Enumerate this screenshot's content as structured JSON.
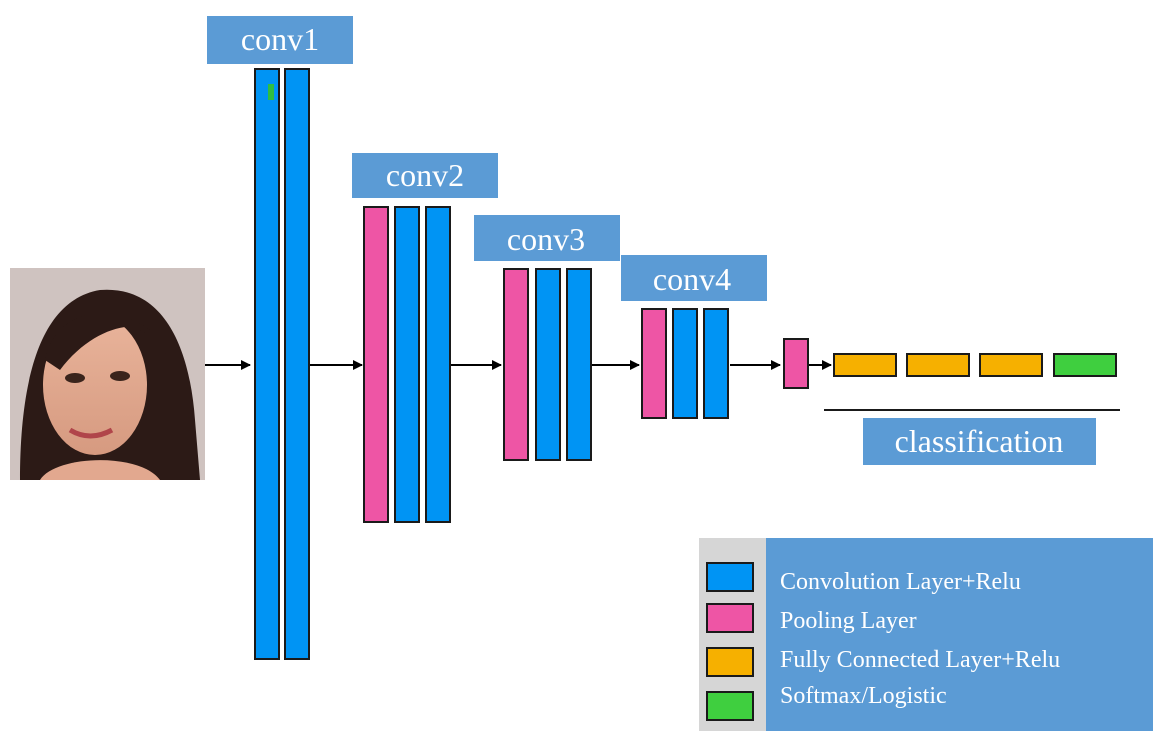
{
  "stage_labels": [
    "conv1",
    "conv2",
    "conv3",
    "conv4"
  ],
  "classification_label": "classification",
  "input_image": {
    "description_icon": "face-photo-icon"
  },
  "colors": {
    "label_box": "#5b9bd5",
    "convolution": "#0094f4",
    "pooling": "#ee55a5",
    "fully_connected": "#f6b000",
    "softmax": "#3fcf3f",
    "outline": "#1a1a1a",
    "legend_swatch_panel": "#d6d6d6"
  },
  "legend": {
    "items": [
      {
        "label": "Convolution Layer+Relu",
        "kind": "convolution"
      },
      {
        "label": "Pooling Layer",
        "kind": "pooling"
      },
      {
        "label": "Fully Connected Layer+Relu",
        "kind": "fully_connected"
      },
      {
        "label": "Softmax/Logistic",
        "kind": "softmax"
      }
    ]
  },
  "stages": [
    {
      "name": "conv1",
      "layers": [
        "convolution",
        "convolution"
      ]
    },
    {
      "name": "conv2",
      "layers": [
        "pooling",
        "convolution",
        "convolution"
      ]
    },
    {
      "name": "conv3",
      "layers": [
        "pooling",
        "convolution",
        "convolution"
      ]
    },
    {
      "name": "conv4",
      "layers": [
        "pooling",
        "convolution",
        "convolution"
      ]
    },
    {
      "name": "",
      "layers": [
        "pooling"
      ]
    }
  ],
  "classifier_layers": [
    "fully_connected",
    "fully_connected",
    "fully_connected",
    "softmax"
  ]
}
